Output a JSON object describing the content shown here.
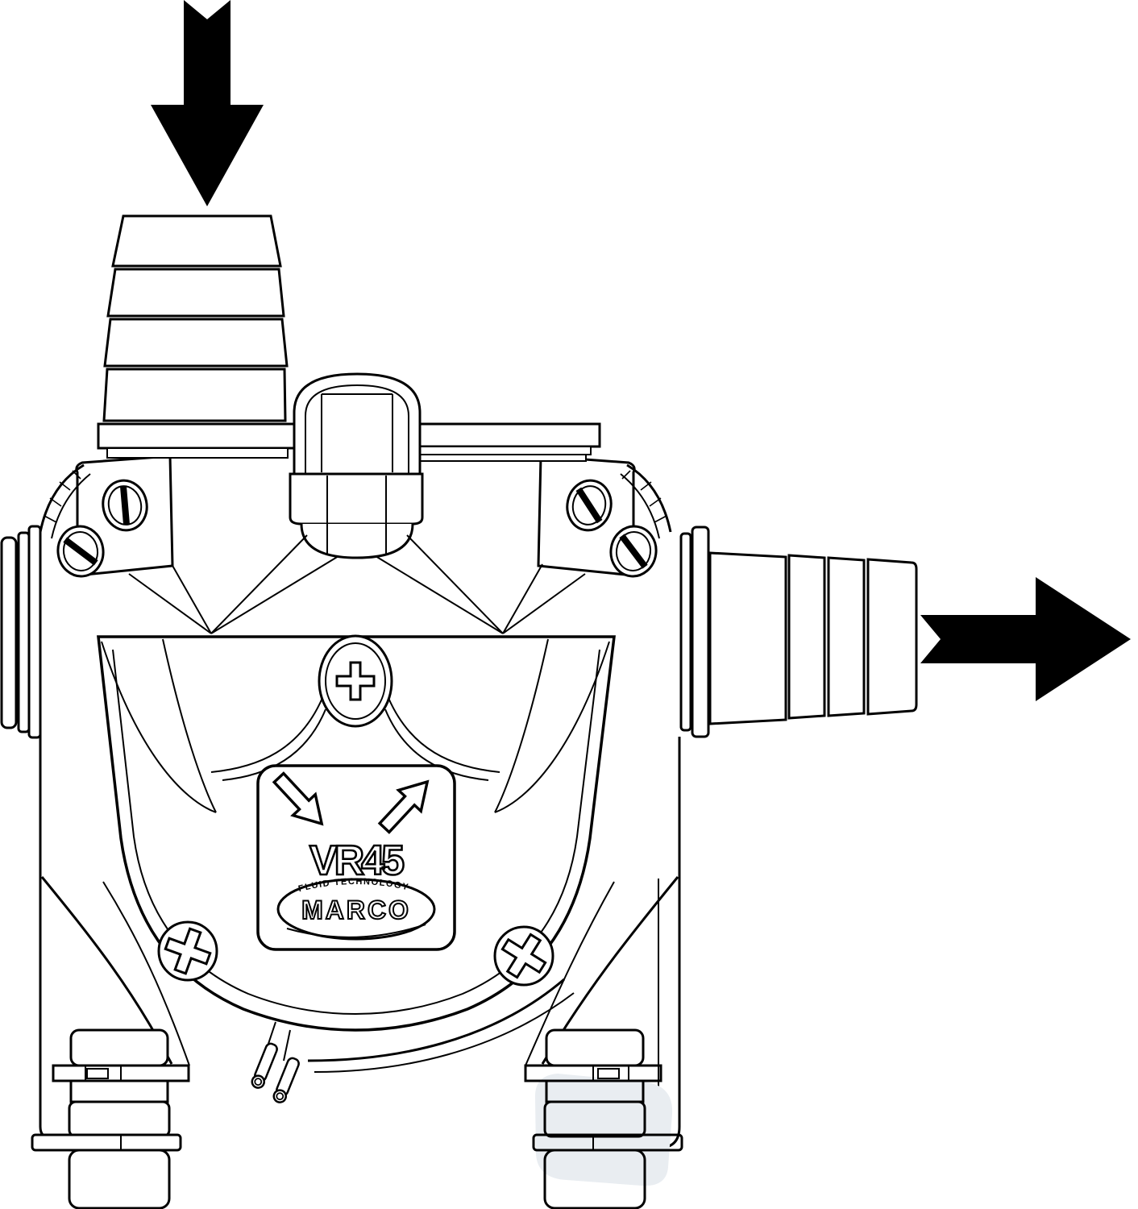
{
  "page": {
    "background_color": "#ffffff",
    "line_color": "#000000"
  },
  "diagram": {
    "model_label": "VR45",
    "brand": "MARCO",
    "tagline": "FLUID TECHNOLOGY",
    "inlet_arrow": {
      "direction": "down",
      "position": "top",
      "fill": "#000000"
    },
    "outlet_arrow": {
      "direction": "right",
      "position": "right",
      "fill": "#000000"
    },
    "label_arrows": {
      "left_direction": "down-right",
      "right_direction": "up-right",
      "style": "outline"
    },
    "shade_color": "#e9edf1"
  }
}
